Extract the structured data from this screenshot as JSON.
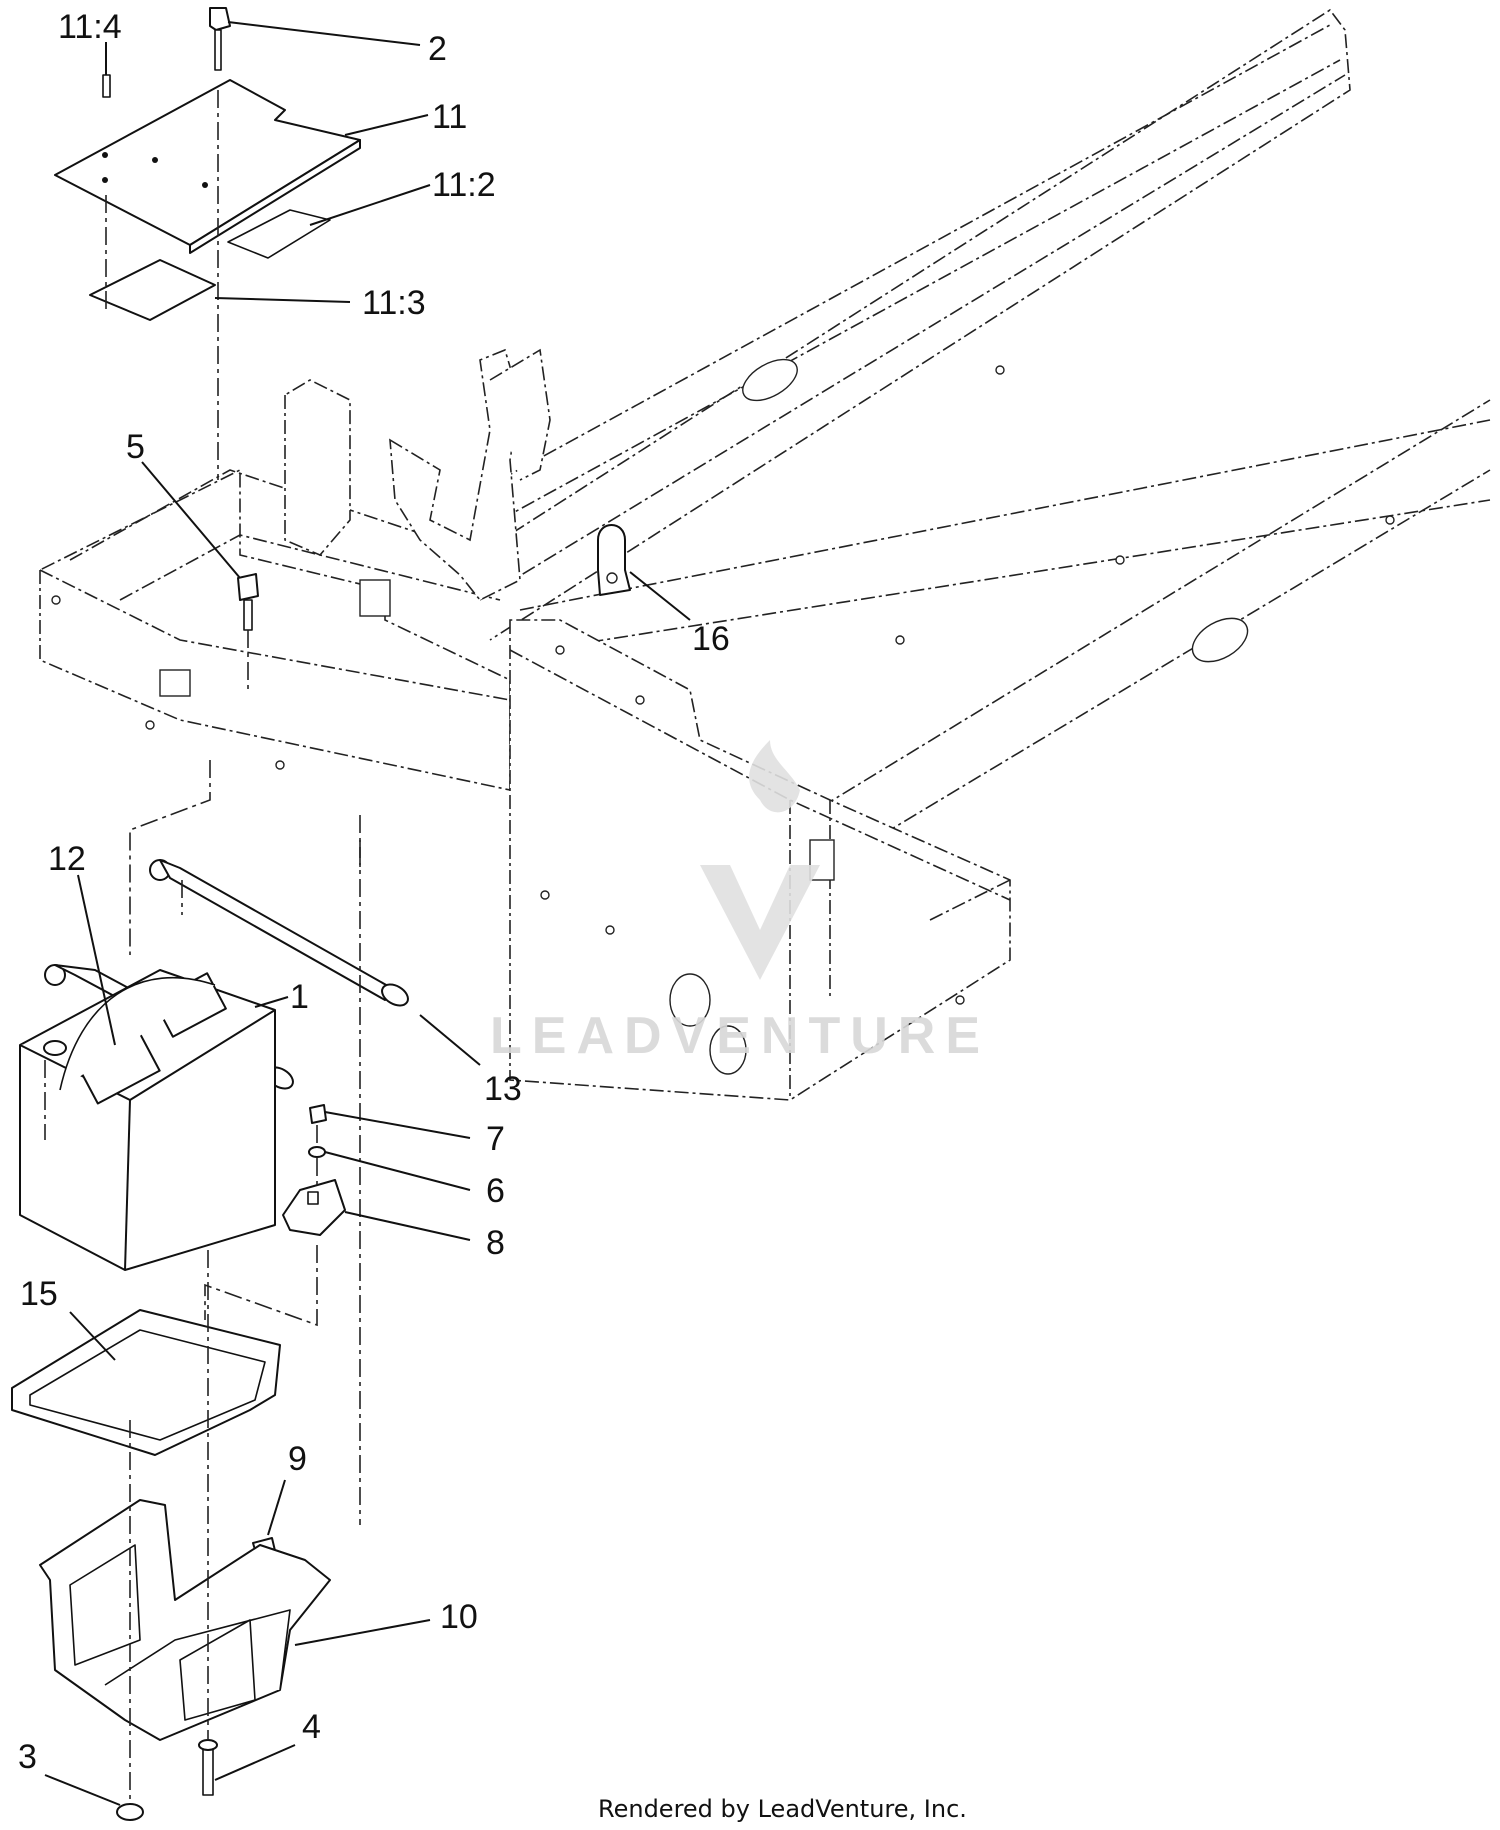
{
  "callouts": {
    "c11_4": "11:4",
    "c2": "2",
    "c11": "11",
    "c11_2": "11:2",
    "c11_3": "11:3",
    "c5": "5",
    "c16": "16",
    "c12": "12",
    "c1": "1",
    "c13": "13",
    "c7": "7",
    "c6": "6",
    "c8": "8",
    "c15": "15",
    "c9": "9",
    "c10": "10",
    "c4": "4",
    "c3": "3"
  },
  "watermark": "LEADVENTURE",
  "footer": "Rendered by LeadVenture, Inc."
}
